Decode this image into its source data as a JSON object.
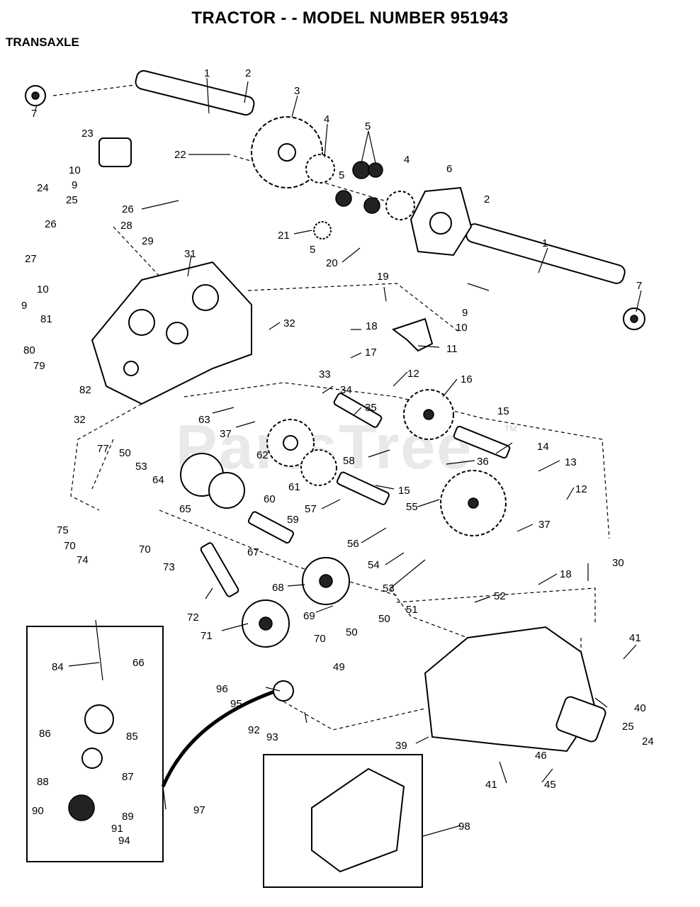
{
  "header": {
    "title": "TRACTOR - - MODEL NUMBER 951943",
    "section": "TRANSAXLE"
  },
  "watermark": {
    "text": "PartsTree",
    "tm": "TM"
  },
  "callouts": [
    "1",
    "2",
    "3",
    "4",
    "5",
    "5",
    "4",
    "6",
    "2",
    "1",
    "7",
    "7",
    "23",
    "22",
    "10",
    "9",
    "24",
    "25",
    "26",
    "26",
    "28",
    "29",
    "21",
    "5",
    "20",
    "27",
    "10",
    "9",
    "31",
    "81",
    "32",
    "19",
    "9",
    "10",
    "18",
    "11",
    "80",
    "79",
    "17",
    "82",
    "33",
    "12",
    "16",
    "34",
    "32",
    "63",
    "35",
    "15",
    "37",
    "77",
    "50",
    "62",
    "14",
    "53",
    "58",
    "36",
    "13",
    "64",
    "61",
    "15",
    "12",
    "65",
    "60",
    "57",
    "55",
    "75",
    "59",
    "37",
    "70",
    "74",
    "70",
    "56",
    "73",
    "54",
    "67",
    "30",
    "18",
    "68",
    "53",
    "52",
    "72",
    "51",
    "69",
    "50",
    "71",
    "84",
    "66",
    "70",
    "41",
    "50",
    "49",
    "96",
    "40",
    "95",
    "86",
    "85",
    "92",
    "25",
    "24",
    "93",
    "39",
    "46",
    "87",
    "88",
    "89",
    "41",
    "45",
    "97",
    "90",
    "91",
    "98",
    "94"
  ]
}
